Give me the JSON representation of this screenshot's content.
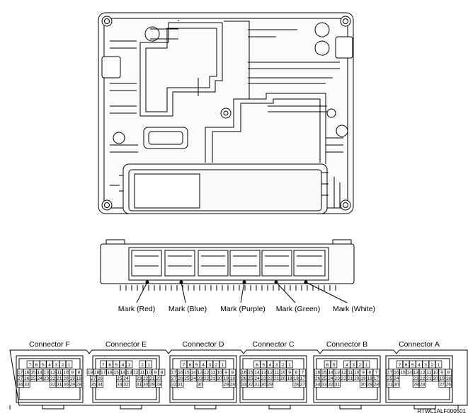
{
  "marks": [
    {
      "id": "red",
      "label": "Mark (Red)"
    },
    {
      "id": "blue",
      "label": "Mark (Blue)"
    },
    {
      "id": "purple",
      "label": "Mark (Purple)"
    },
    {
      "id": "green",
      "label": "Mark (Green)"
    },
    {
      "id": "white",
      "label": "Mark (White)"
    }
  ],
  "connectors": [
    {
      "id": "f",
      "label": "Connector F",
      "rows": [
        [
          "7",
          "6",
          "5",
          "4",
          "3",
          "2",
          "1"
        ],
        [
          "17",
          "16",
          "15",
          "14",
          "13",
          "12",
          "11",
          "10",
          "9",
          "8"
        ],
        [
          "27",
          "26",
          "25",
          "24",
          "23",
          "22",
          "21",
          "20",
          "19",
          "18"
        ],
        [
          "34",
          "33",
          "",
          "",
          "",
          "32",
          "31",
          "30",
          "29",
          "28"
        ]
      ]
    },
    {
      "id": "e",
      "label": "Connector E",
      "rows": [
        [
          "7",
          "6",
          "5",
          "4",
          "3",
          "",
          "2",
          "1"
        ],
        [
          "19",
          "18",
          "17",
          "16",
          "15",
          "14",
          "13",
          "12",
          "11",
          "10",
          "9",
          "8"
        ],
        [
          "27",
          "26",
          "",
          "",
          "25",
          "24",
          "",
          "23",
          "22",
          "21",
          "20"
        ],
        [
          "35",
          "34",
          "",
          "",
          "33",
          "32",
          "",
          "31",
          "30",
          "29",
          "28"
        ]
      ]
    },
    {
      "id": "d",
      "label": "Connector D",
      "rows": [
        [
          "7",
          "6",
          "5",
          "4",
          "3",
          "2",
          "1"
        ],
        [
          "17",
          "16",
          "15",
          "14",
          "13",
          "12",
          "11",
          "10",
          "9",
          "8"
        ],
        [
          "27",
          "26",
          "25",
          "24",
          "23",
          "22",
          "21",
          "20",
          "19",
          "18"
        ],
        [
          "32",
          "31",
          "",
          "",
          "30",
          "",
          "",
          "",
          "29",
          "28"
        ]
      ]
    },
    {
      "id": "c",
      "label": "Connector C",
      "rows": [
        [
          "6",
          "5",
          "4",
          "3",
          "2",
          "1"
        ],
        [
          "16",
          "15",
          "14",
          "13",
          "12",
          "11",
          "10",
          "9",
          "8",
          "7"
        ],
        [
          "26",
          "25",
          "24",
          "23",
          "22",
          "21",
          "20",
          "19",
          "18",
          "17"
        ],
        [
          "33",
          "32",
          "31",
          "30",
          "29",
          "",
          "",
          "",
          "28",
          "27"
        ]
      ]
    },
    {
      "id": "b",
      "label": "Connector B",
      "rows": [
        [
          "6",
          "5",
          "",
          "4",
          "3",
          "2",
          "1"
        ],
        [
          "16",
          "15",
          "14",
          "13",
          "12",
          "11",
          "10",
          "9",
          "8",
          "7"
        ],
        [
          "26",
          "25",
          "24",
          "23",
          "22",
          "21",
          "20",
          "19",
          "18",
          "17"
        ],
        [
          "34",
          "33",
          "32",
          "31",
          "",
          "",
          "",
          "30",
          "29",
          "28"
        ]
      ]
    },
    {
      "id": "a",
      "label": "Connector A",
      "rows": [
        [
          "7",
          "6",
          "5",
          "4",
          "3",
          "2",
          "1"
        ],
        [
          "17",
          "16",
          "15",
          "14",
          "13",
          "12",
          "11",
          "10",
          "9",
          "8"
        ],
        [
          "25",
          "24",
          "",
          "",
          "23",
          "22",
          "21",
          "20",
          "19",
          "18"
        ],
        [
          "31",
          "30",
          "",
          "",
          "29",
          "28",
          "",
          "",
          "27",
          "26"
        ]
      ]
    }
  ],
  "figure_code": "RTWL1ALF000501"
}
